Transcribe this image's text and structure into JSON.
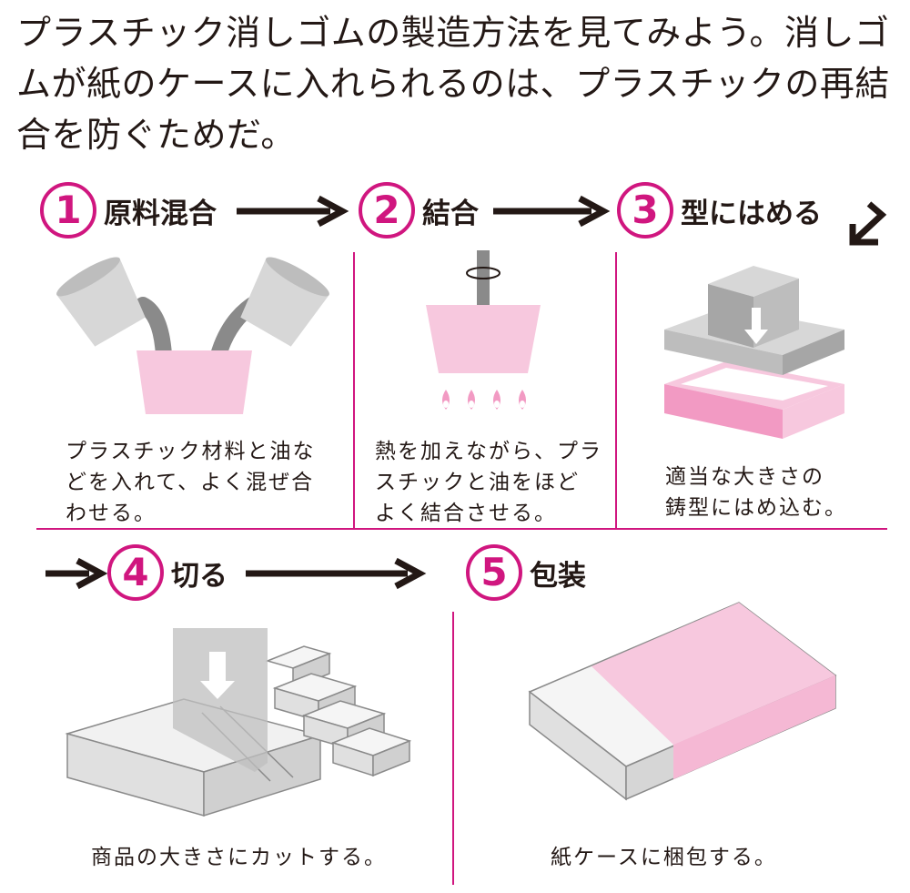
{
  "intro": {
    "text": "プラスチック消しゴムの製造方法を見てみよう。消しゴムが紙のケースに入れられるのは、プラスチックの再結合を防ぐためだ。"
  },
  "steps": [
    {
      "number": "1",
      "title": "原料混合",
      "caption_lines": [
        "プラスチック材料と油な",
        "どを入れて、よく混ぜ合",
        "わせる。"
      ]
    },
    {
      "number": "2",
      "title": "結合",
      "caption_lines": [
        "熱を加えながら、プラ",
        "スチックと油をほど",
        "よく結合させる。"
      ]
    },
    {
      "number": "3",
      "title": "型にはめる",
      "caption_lines": [
        "適当な大きさの",
        "鋳型にはめ込む。"
      ]
    },
    {
      "number": "4",
      "title": "切る",
      "caption_lines": [
        "商品の大きさにカットする。"
      ]
    },
    {
      "number": "5",
      "title": "包装",
      "caption_lines": [
        "紙ケースに梱包する。"
      ]
    }
  ],
  "colors": {
    "accent": "#d0167f",
    "pink": "#f7c8de",
    "gray_dark": "#8a8a8a",
    "gray_light": "#d7d7d7",
    "text": "#231815"
  }
}
